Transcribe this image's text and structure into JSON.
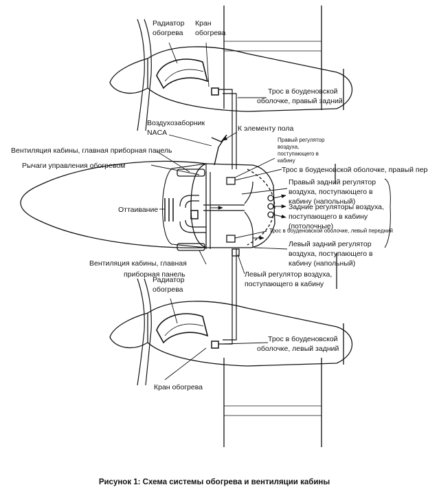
{
  "labels": {
    "radiator_top": [
      "Радиатор",
      "обогрева"
    ],
    "valve_top": [
      "Кран",
      "обогрева"
    ],
    "cable_rear_right": [
      "Трос в боуденовской",
      "оболочке, правый задний"
    ],
    "naca_intake": [
      "Воздухозаборник",
      "NACA"
    ],
    "to_floor": "К элементу пола",
    "right_front_regulator": [
      "Правый регулятор",
      "воздуха,",
      "поступающего в",
      "кабину"
    ],
    "vent_main_panel_top": "Вентиляция кабины, главная приборная панель",
    "heat_levers": "Рычаги управления обогревом",
    "cable_front_right": "Трос в боуденовской оболочке, правый передний",
    "right_rear_regulator": [
      "Правый задний регулятор",
      "воздуха, поступающего в",
      "кабину (напольный)"
    ],
    "defrost": "Оттаивание",
    "rear_ceiling_regulators": [
      "Задние регуляторы воздуха,",
      "поступающего в кабину",
      "(потолочные)"
    ],
    "cable_front_left": "Трос в боуденовской оболочке, левый передний",
    "left_rear_regulator": [
      "Левый задний регулятор",
      "воздуха, поступающего в",
      "кабину (напольный)"
    ],
    "vent_main_panel_bottom": [
      "Вентиляция кабины, главная",
      "приборная панель"
    ],
    "left_regulator": [
      "Левый регулятор воздуха,",
      "поступающего в кабину"
    ],
    "radiator_bottom": [
      "Радиатор",
      "обогрева"
    ],
    "cable_rear_left": [
      "Трос в боуденовской",
      "оболочке, левый задний"
    ],
    "valve_bottom": "Кран обогрева"
  },
  "caption": "Рисунок 1: Схема системы обогрева и вентиляции кабины",
  "colors": {
    "line": "#111111",
    "background": "#ffffff",
    "fill_light": "#ffffff"
  }
}
